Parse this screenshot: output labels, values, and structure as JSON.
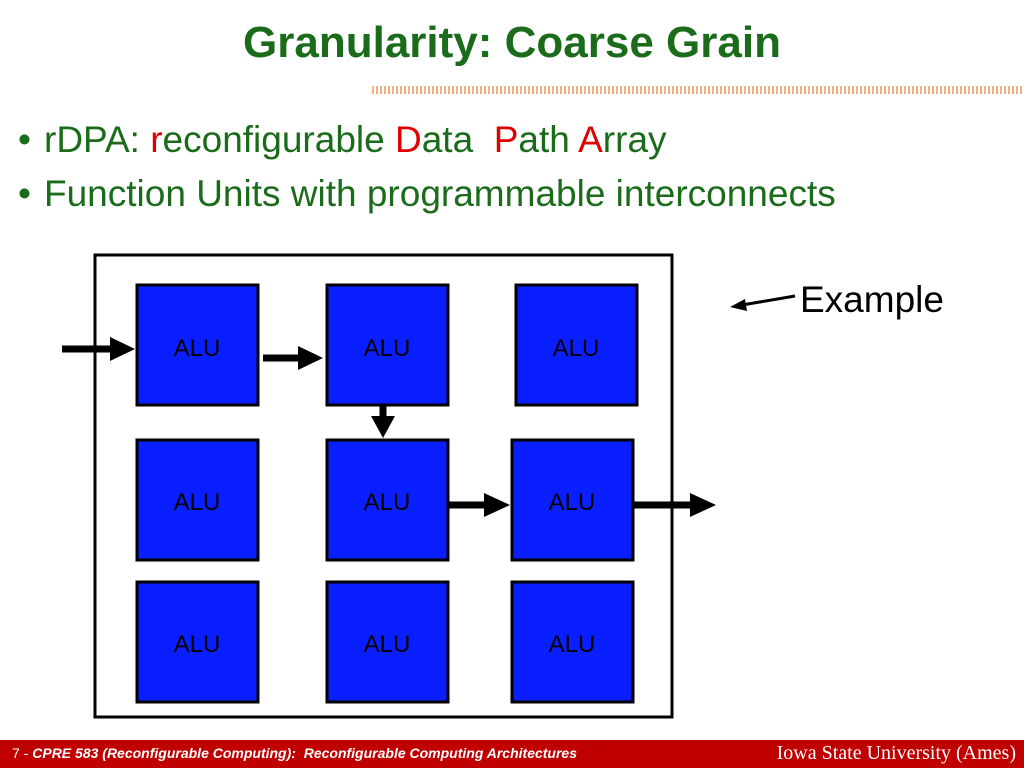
{
  "slide": {
    "title": "Granularity: Coarse Grain",
    "bullets": [
      {
        "marker": "•",
        "parts": [
          {
            "text": "rDPA: ",
            "highlight": false
          },
          {
            "text": "r",
            "highlight": true
          },
          {
            "text": "econfigurable ",
            "highlight": false
          },
          {
            "text": "D",
            "highlight": true
          },
          {
            "text": "ata  ",
            "highlight": false
          },
          {
            "text": "P",
            "highlight": true
          },
          {
            "text": "ath ",
            "highlight": false
          },
          {
            "text": "A",
            "highlight": true
          },
          {
            "text": "rray",
            "highlight": false
          }
        ]
      },
      {
        "marker": "•",
        "parts": [
          {
            "text": "Function Units with programmable interconnects",
            "highlight": false
          }
        ]
      }
    ]
  },
  "diagram": {
    "example_label": "Example",
    "alu_grid": [
      [
        "ALU",
        "ALU",
        "ALU"
      ],
      [
        "ALU",
        "ALU",
        "ALU"
      ],
      [
        "ALU",
        "ALU",
        "ALU"
      ]
    ],
    "connections": [
      {
        "from": "input",
        "to": "row1-col1"
      },
      {
        "from": "row1-col1",
        "to": "row1-col2"
      },
      {
        "from": "row1-col2",
        "to": "row2-col2"
      },
      {
        "from": "row2-col2",
        "to": "row2-col3"
      },
      {
        "from": "row2-col3",
        "to": "output"
      }
    ]
  },
  "footer": {
    "page_number": "7",
    "separator": " - ",
    "course": "CPRE 583 (Reconfigurable Computing):  Reconfigurable Computing Architectures",
    "university": "Iowa State University (Ames)"
  },
  "colors": {
    "title": "#1a6b1a",
    "highlight": "#e00000",
    "alu_fill": "#0a1fff",
    "footer_bg": "#c00000",
    "rule": "#f2b183"
  }
}
